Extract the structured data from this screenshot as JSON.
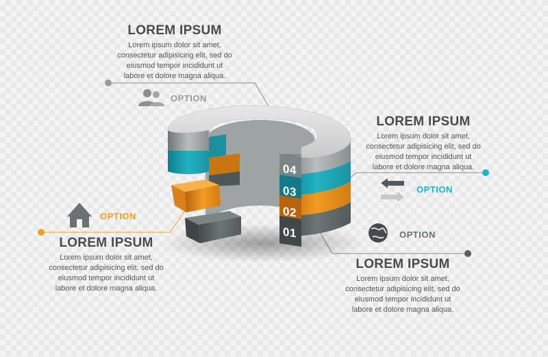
{
  "colors": {
    "gray": "#8d9496",
    "teal": "#1aa3b3",
    "orange": "#f39a1d",
    "darkgray": "#5f6566",
    "text": "#4a4a4a",
    "option_gray": "#9b9b9b",
    "option_orange": "#f0a01e",
    "option_teal": "#1ab5c8"
  },
  "blocks": {
    "top": {
      "title": "LOREM IPSUM",
      "lines": [
        "Lorem ipsum dolor sit amet,",
        "consectetur adipisicing elit, sed do",
        "eiusmod tempor incididunt ut",
        "labore et dolore magna aliqua."
      ]
    },
    "right": {
      "title": "LOREM IPSUM",
      "lines": [
        "Lorem ipsum dolor sit amet,",
        "consectetur adipisicing elit, sed do",
        "eiusmod tempor incididunt ut",
        "labore et dolore magna aliqua."
      ]
    },
    "left": {
      "title": "LOREM IPSUM",
      "lines": [
        "Lorem ipsum dolor sit amet,",
        "consectetur adipisicing elit, sed do",
        "eiusmod tempor incididunt ut",
        "labore et dolore magna aliqua."
      ]
    },
    "bottom": {
      "title": "LOREM IPSUM",
      "lines": [
        "Lorem ipsum dolor sit amet,",
        "consectetur adipisicing elit, sed do",
        "eiusmod tempor incididunt ut",
        "labore et dolore magna aliqua."
      ]
    }
  },
  "options": {
    "users": "OPTION",
    "home": "OPTION",
    "arrows": "OPTION",
    "globe": "OPTION"
  },
  "numbers": [
    "04",
    "03",
    "02",
    "01"
  ]
}
